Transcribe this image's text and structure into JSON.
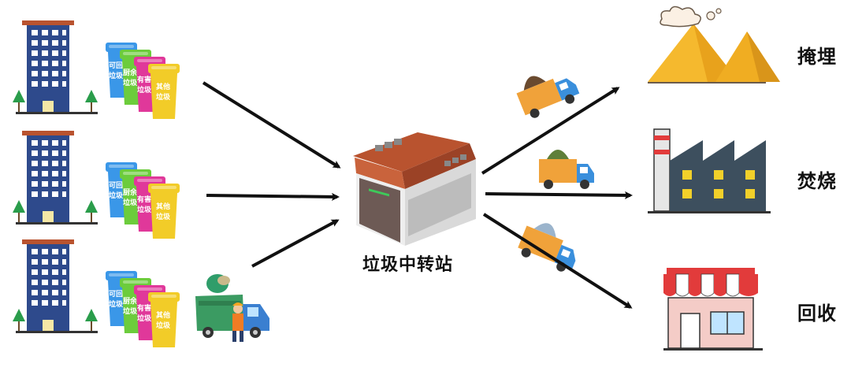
{
  "center_label": "垃圾中转站",
  "outputs": [
    {
      "label": "掩埋",
      "icon": "mountain-icon"
    },
    {
      "label": "焚烧",
      "icon": "factory-icon"
    },
    {
      "label": "回收",
      "icon": "shop-icon"
    }
  ],
  "bins": [
    {
      "label": "可回收垃圾",
      "short": [
        "可回",
        "垃圾"
      ],
      "color": "#3a97e8"
    },
    {
      "label": "厨余垃圾",
      "short": [
        "厨余",
        "垃圾"
      ],
      "color": "#6ccc3c"
    },
    {
      "label": "有害垃圾",
      "short": [
        "有害",
        "垃圾"
      ],
      "color": "#e0389a"
    },
    {
      "label": "其他垃圾",
      "short": [
        "其他",
        "垃圾"
      ],
      "color": "#f2cc28"
    }
  ],
  "colors": {
    "arrow": "#111111",
    "building": "#2e4a8c",
    "roof": "#b9532f",
    "truck_bed": "#f0a23a",
    "truck_cab": "#3a8fdc",
    "mountain": "#f5b92e",
    "factory": "#3d4f5e",
    "awning_red": "#e23b3b"
  }
}
